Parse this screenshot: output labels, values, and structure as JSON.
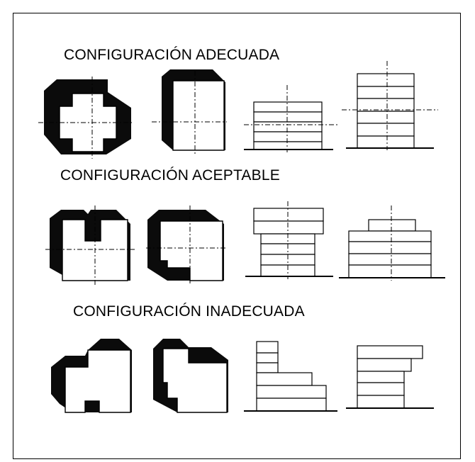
{
  "sections": [
    {
      "title": "CONFIGURACIÓN  ADECUADA"
    },
    {
      "title": "CONFIGURACIÓN ACEPTABLE"
    },
    {
      "title": "CONFIGURACIÓN INADECUADA"
    }
  ],
  "colors": {
    "ink": "#000000",
    "paper": "#ffffff"
  }
}
